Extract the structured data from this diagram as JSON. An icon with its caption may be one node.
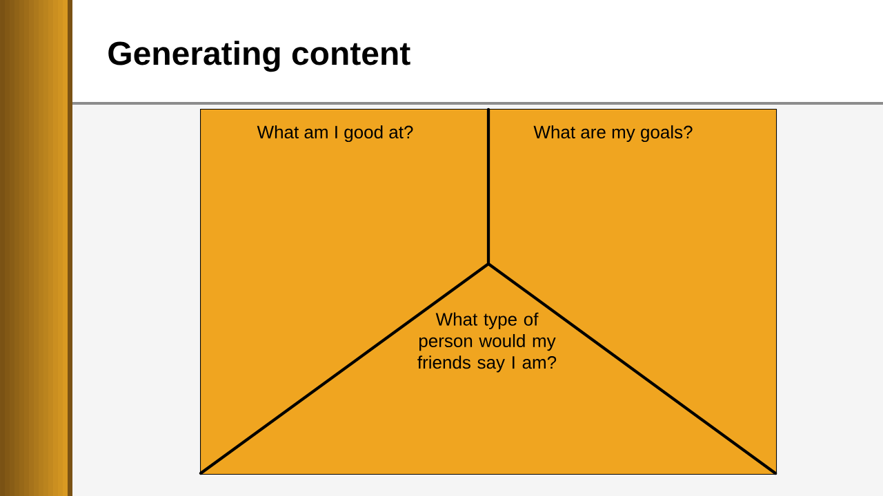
{
  "diagram": {
    "title": "Generating content",
    "nodes": [
      {
        "text": [
          "What am I good at?",
          "What are my goals?",
          "What type of person would my friends say I am?"
        ]
      }
    ]
  }
}
